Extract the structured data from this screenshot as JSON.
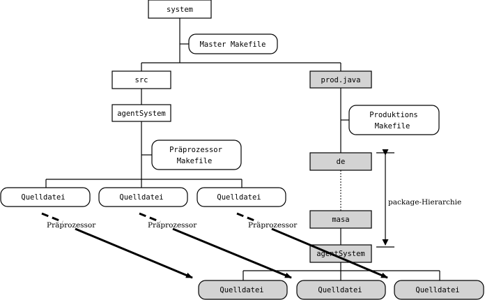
{
  "diagram": {
    "system": "system",
    "master_makefile": "Master Makefile",
    "src": "src",
    "prod_java": "prod.java",
    "agent_system_src": "agentSystem",
    "produktions_makefile": [
      "Produktions",
      "Makefile"
    ],
    "praeprozessor_makefile": [
      "Präprozessor",
      "Makefile"
    ],
    "source_files": [
      "Quelldatei",
      "Quelldatei",
      "Quelldatei"
    ],
    "praeprozessor_labels": [
      "Präprozessor",
      "Präprozessor",
      "Präprozessor"
    ],
    "package_de": "de",
    "package_masa": "masa",
    "package_agentsystem": "agentSystem",
    "package_hierarchy_label": "package-Hierarchie",
    "output_files": [
      "Quelldatei",
      "Quelldatei",
      "Quelldatei"
    ]
  },
  "colors": {
    "gray_box": "#d3d3d3",
    "white_box": "#ffffff",
    "line": "#000000"
  }
}
